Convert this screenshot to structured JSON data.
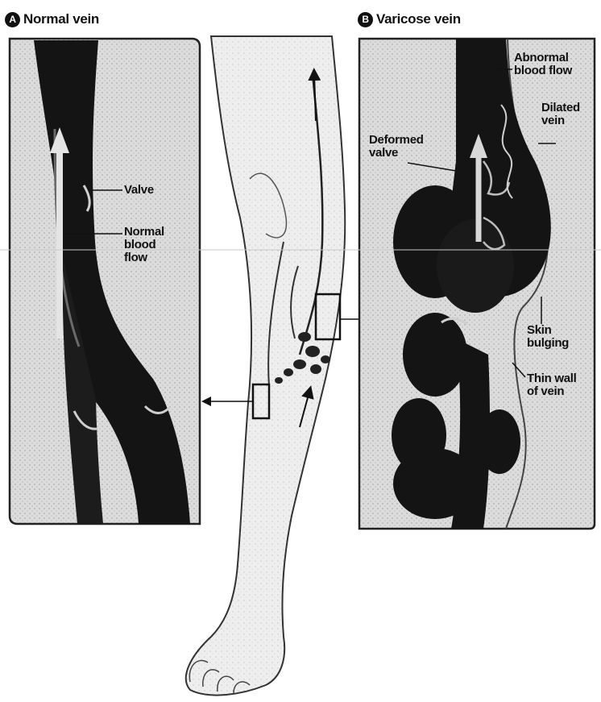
{
  "panel_a": {
    "badge": "A",
    "title": "Normal vein",
    "labels": {
      "valve": "Valve",
      "normal_flow": "Normal\nblood\nflow"
    }
  },
  "panel_b": {
    "badge": "B",
    "title": "Varicose vein",
    "labels": {
      "abnormal_flow": "Abnormal\nblood flow",
      "dilated_vein": "Dilated\nvein",
      "deformed_valve": "Deformed\nvalve",
      "skin_bulging": "Skin\nbulging",
      "thin_wall": "Thin wall\nof vein"
    }
  },
  "colors": {
    "ink": "#111111",
    "panel_bg": "#d9d9d9",
    "skin": "#ececec",
    "vein": "#141414"
  }
}
